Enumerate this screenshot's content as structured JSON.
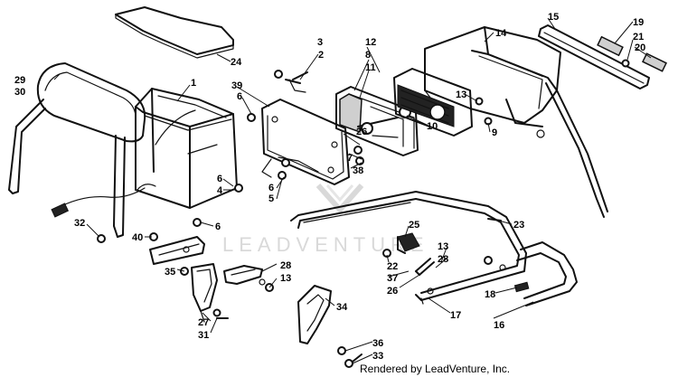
{
  "watermark": "LEADVENTURE",
  "credit": "Rendered by LeadVenture, Inc.",
  "callouts": [
    {
      "id": "c1",
      "label": "1"
    },
    {
      "id": "c2",
      "label": "2"
    },
    {
      "id": "c3",
      "label": "3"
    },
    {
      "id": "c4",
      "label": "4"
    },
    {
      "id": "c5",
      "label": "5"
    },
    {
      "id": "c6a",
      "label": "6"
    },
    {
      "id": "c6b",
      "label": "6"
    },
    {
      "id": "c6c",
      "label": "6"
    },
    {
      "id": "c6d",
      "label": "6"
    },
    {
      "id": "c7",
      "label": "7"
    },
    {
      "id": "c8",
      "label": "8"
    },
    {
      "id": "c9",
      "label": "9"
    },
    {
      "id": "c10",
      "label": "10"
    },
    {
      "id": "c11",
      "label": "11"
    },
    {
      "id": "c12",
      "label": "12"
    },
    {
      "id": "c13a",
      "label": "13"
    },
    {
      "id": "c13b",
      "label": "13"
    },
    {
      "id": "c13c",
      "label": "13"
    },
    {
      "id": "c14",
      "label": "14"
    },
    {
      "id": "c15",
      "label": "15"
    },
    {
      "id": "c16",
      "label": "16"
    },
    {
      "id": "c17",
      "label": "17"
    },
    {
      "id": "c18",
      "label": "18"
    },
    {
      "id": "c19",
      "label": "19"
    },
    {
      "id": "c20",
      "label": "20"
    },
    {
      "id": "c21",
      "label": "21"
    },
    {
      "id": "c22",
      "label": "22"
    },
    {
      "id": "c23",
      "label": "23"
    },
    {
      "id": "c24",
      "label": "24"
    },
    {
      "id": "c25",
      "label": "25"
    },
    {
      "id": "c26a",
      "label": "26"
    },
    {
      "id": "c26b",
      "label": "26"
    },
    {
      "id": "c27",
      "label": "27"
    },
    {
      "id": "c28a",
      "label": "28"
    },
    {
      "id": "c28b",
      "label": "28"
    },
    {
      "id": "c29",
      "label": "29"
    },
    {
      "id": "c30",
      "label": "30"
    },
    {
      "id": "c31",
      "label": "31"
    },
    {
      "id": "c32",
      "label": "32"
    },
    {
      "id": "c33",
      "label": "33"
    },
    {
      "id": "c34",
      "label": "34"
    },
    {
      "id": "c35",
      "label": "35"
    },
    {
      "id": "c36",
      "label": "36"
    },
    {
      "id": "c37",
      "label": "37"
    },
    {
      "id": "c38",
      "label": "38"
    },
    {
      "id": "c39",
      "label": "39"
    },
    {
      "id": "c40",
      "label": "40"
    }
  ]
}
